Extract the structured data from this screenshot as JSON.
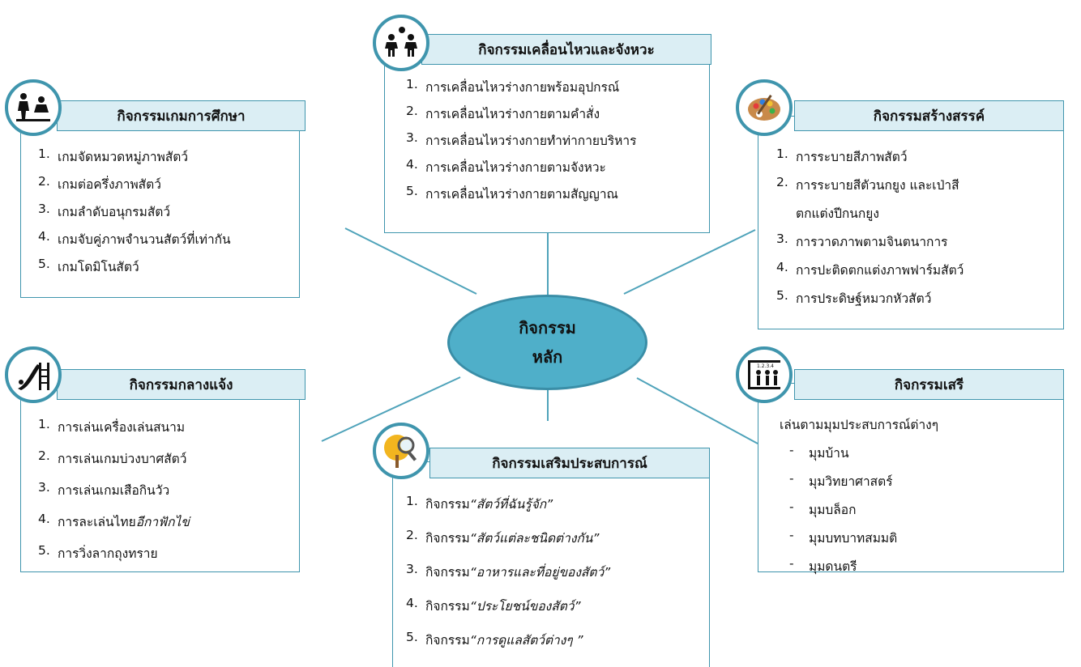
{
  "center": {
    "line1": "กิจกรรม",
    "line2": "หลัก"
  },
  "boxes": {
    "education_games": {
      "title": "กิจกรรมเกมการศึกษา",
      "icon": "children-playing-icon",
      "items": [
        {
          "num": "1.",
          "text": "เกมจัดหมวดหมู่ภาพสัตว์"
        },
        {
          "num": "2.",
          "text": "เกมต่อครึ่งภาพสัตว์"
        },
        {
          "num": "3.",
          "text": "เกมลำดับอนุกรมสัตว์"
        },
        {
          "num": "4.",
          "text": "เกมจับคู่ภาพจำนวนสัตว์ที่เท่ากัน"
        },
        {
          "num": "5.",
          "text": "เกมโดมิโนสัตว์"
        }
      ]
    },
    "movement_rhythm": {
      "title": "กิจกรรมเคลื่อนไหวและจังหวะ",
      "icon": "kids-ball-icon",
      "items": [
        {
          "num": "1.",
          "text": "การเคลื่อนไหวร่างกายพร้อมอุปกรณ์"
        },
        {
          "num": "2.",
          "text": "การเคลื่อนไหวร่างกายตามคำสั่ง"
        },
        {
          "num": "3.",
          "text": "การเคลื่อนไหวร่างกายทำท่ากายบริหาร"
        },
        {
          "num": "4.",
          "text": "การเคลื่อนไหวร่างกายตามจังหวะ"
        },
        {
          "num": "5.",
          "text": "การเคลื่อนไหวร่างกายตามสัญญาณ"
        }
      ]
    },
    "creative": {
      "title": "กิจกรรมสร้างสรรค์",
      "icon": "paint-palette-icon",
      "items": [
        {
          "num": "1.",
          "text": "การระบายสีภาพสัตว์"
        },
        {
          "num": "2.",
          "text": "การระบายสีตัวนกยูง และเป่าสี"
        },
        {
          "num": "",
          "text": "ตกแต่งปีกนกยูง"
        },
        {
          "num": "3.",
          "text": "การวาดภาพตามจินตนาการ"
        },
        {
          "num": "4.",
          "text": "การปะติดตกแต่งภาพฟาร์มสัตว์"
        },
        {
          "num": "5.",
          "text": "การประดิษฐ์หมวกหัวสัตว์"
        }
      ]
    },
    "outdoor": {
      "title": "กิจกรรมกลางแจ้ง",
      "icon": "slide-icon",
      "items": [
        {
          "num": "1.",
          "text": "การเล่นเครื่องเล่นสนาม"
        },
        {
          "num": "2.",
          "text": "การเล่นเกมบ่วงบาศสัตว์"
        },
        {
          "num": "3.",
          "text": "การเล่นเกมเสือกินวัว"
        },
        {
          "num": "4.",
          "text": "การละเล่นไทย ",
          "em": "อีกาฟักไข่"
        },
        {
          "num": "5.",
          "text": "การวิ่งลากถุงทราย"
        }
      ]
    },
    "free_play": {
      "title": "กิจกรรมเสรี",
      "icon": "kids-blackboard-icon",
      "intro": "เล่นตามมุมประสบการณ์ต่างๆ",
      "items": [
        {
          "num": "-",
          "text": "มุมบ้าน"
        },
        {
          "num": "-",
          "text": "มุมวิทยาศาสตร์"
        },
        {
          "num": "-",
          "text": "มุมบล็อก"
        },
        {
          "num": "-",
          "text": "มุมบทบาทสมมติ"
        },
        {
          "num": "-",
          "text": "มุมดนตรี"
        }
      ]
    },
    "experience": {
      "title": "กิจกรรมเสริมประสบการณ์",
      "icon": "magnifier-tree-icon",
      "items": [
        {
          "num": "1.",
          "text": "กิจกรรม ",
          "em": "“สัตว์ที่ฉันรู้จัก”"
        },
        {
          "num": "2.",
          "text": "กิจกรรม ",
          "em": "“สัตว์แต่ละชนิดต่างกัน”"
        },
        {
          "num": "3.",
          "text": "กิจกรรม ",
          "em": "“อาหารและที่อยู่ของสัตว์”"
        },
        {
          "num": "4.",
          "text": "กิจกรรม ",
          "em": "“ประโยชน์ของสัตว์”"
        },
        {
          "num": "5.",
          "text": "กิจกรรม ",
          "em": "“การดูแลสัตว์ต่างๆ ”"
        }
      ]
    }
  },
  "colors": {
    "accent": "#3f95ad",
    "header_fill": "#dbeef4",
    "center_fill": "#4fafc9"
  }
}
